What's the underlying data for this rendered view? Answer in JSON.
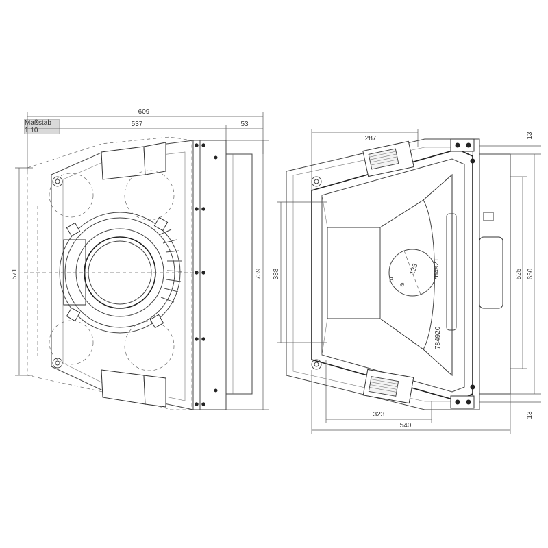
{
  "scale_label": "Maßstab 1:10",
  "left_view": {
    "dimensions": {
      "width_overall": "609",
      "width_inner": "537",
      "collar": "53",
      "height_left": "571",
      "height_right": "739"
    }
  },
  "right_view": {
    "dimensions": {
      "top_width": "287",
      "bottom_width": "323",
      "overall_width": "540",
      "opening_height": "388",
      "height_inner": "525",
      "height_outer": "650",
      "top_offset": "13",
      "bottom_offset": "13"
    },
    "flue_label": "125",
    "part_number_top": "784921",
    "part_number_bottom": "784920",
    "mark_b": "B"
  }
}
